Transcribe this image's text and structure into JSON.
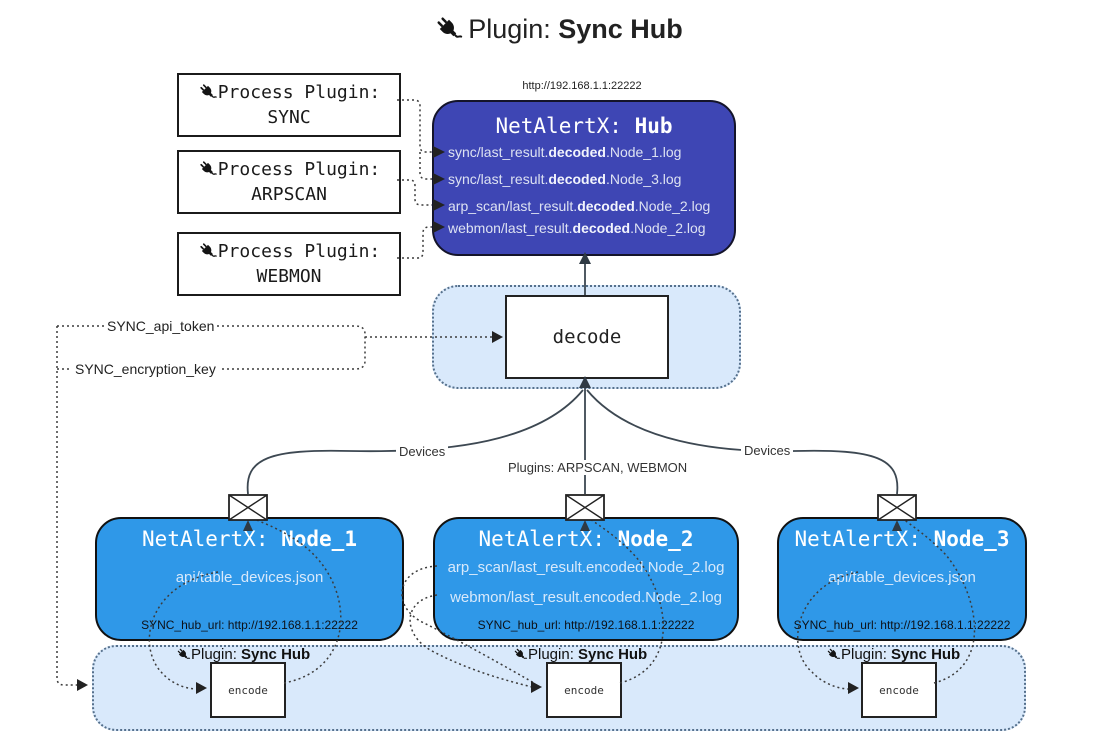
{
  "title": {
    "prefix": "Plugin: ",
    "name": "Sync Hub"
  },
  "colors": {
    "hub_bg": "#3e46b4",
    "node_bg": "#2f98e8",
    "panel_bg": "#d9e9fb",
    "line_dark": "#3d4852",
    "dotted": "#3c3c3c"
  },
  "process_plugins": [
    {
      "label": "Process Plugin:",
      "name": "SYNC"
    },
    {
      "label": "Process Plugin:",
      "name": "ARPSCAN"
    },
    {
      "label": "Process Plugin:",
      "name": "WEBMON"
    }
  ],
  "hub": {
    "url": "http://192.168.1.1:22222",
    "title_prefix": "NetAlertX: ",
    "title_name": "Hub",
    "logs": [
      {
        "pre": "sync/last_result.",
        "bold": "decoded",
        "post": ".Node_1.log"
      },
      {
        "pre": "sync/last_result.",
        "bold": "decoded",
        "post": ".Node_3.log"
      },
      {
        "pre": "arp_scan/last_result.",
        "bold": "decoded",
        "post": ".Node_2.log"
      },
      {
        "pre": "webmon/last_result.",
        "bold": "decoded",
        "post": ".Node_2.log"
      }
    ]
  },
  "decode": {
    "label": "decode"
  },
  "secrets": {
    "api_token": "SYNC_api_token",
    "encryption_key": "SYNC_encryption_key"
  },
  "edges": {
    "devices_left": "Devices",
    "devices_right": "Devices",
    "plugins_label": "Plugins: ARPSCAN, WEBMON"
  },
  "nodes": [
    {
      "title_prefix": "NetAlertX: ",
      "title_name": "Node_1",
      "files": [
        "api/table_devices.json"
      ],
      "hub_url": "SYNC_hub_url: http://192.168.1.1:22222"
    },
    {
      "title_prefix": "NetAlertX: ",
      "title_name": "Node_2",
      "files": [
        "arp_scan/last_result.encoded.Node_2.log",
        "webmon/last_result.encoded.Node_2.log"
      ],
      "hub_url": "SYNC_hub_url: http://192.168.1.1:22222"
    },
    {
      "title_prefix": "NetAlertX: ",
      "title_name": "Node_3",
      "files": [
        "api/table_devices.json"
      ],
      "hub_url": "SYNC_hub_url: http://192.168.1.1:22222"
    }
  ],
  "band": {
    "plugin_prefix": "Plugin: ",
    "plugin_name": "Sync Hub",
    "encode_label": "encode"
  }
}
